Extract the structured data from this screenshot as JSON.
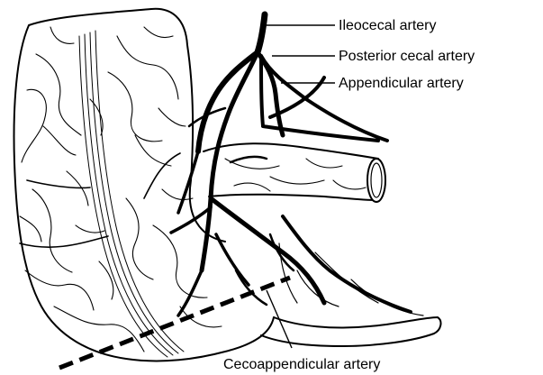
{
  "labels": {
    "ileocecal": "Ileocecal  artery",
    "posterior_cecal": "Posterior  cecal  artery",
    "appendicular": "Appendicular  artery",
    "cecoappendicular": "Cecoappendicular  artery"
  }
}
